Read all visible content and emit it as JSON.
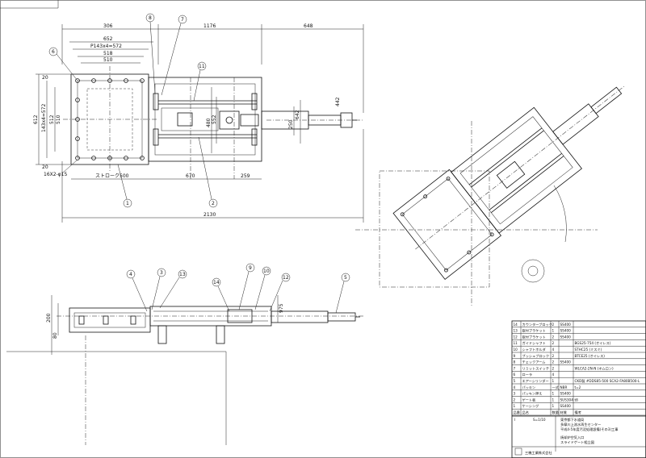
{
  "plan_view": {
    "dims_top": [
      "306",
      "1176",
      "648"
    ],
    "dims_mid": [
      "652",
      "518",
      "510"
    ],
    "dim_pitch": "P143x4=572",
    "dim_left": [
      "612",
      "143x4=572",
      "512",
      "510",
      "20",
      "20"
    ],
    "dims_bottom": [
      "670",
      "259"
    ],
    "stroke_label": "ストローク500",
    "hole_label": "16X2-φ15",
    "dim_total": "2130",
    "dims_right": [
      "642",
      "250",
      "480",
      "552",
      "442"
    ]
  },
  "side_view": {
    "dims": [
      "200",
      "80",
      "975"
    ]
  },
  "balloons_plan": [
    "6",
    "8",
    "7",
    "11",
    "1",
    "2"
  ],
  "balloons_side": [
    "4",
    "3",
    "13",
    "14",
    "9",
    "10",
    "12",
    "5"
  ],
  "parts_table": {
    "rows": [
      {
        "no": "14",
        "name": "カウンターブロック",
        "qty": "2",
        "mat": "SS400",
        "note": ""
      },
      {
        "no": "13",
        "name": "取付ブラケット",
        "qty": "1",
        "mat": "SS400",
        "note": ""
      },
      {
        "no": "12",
        "name": "取付ブラケット",
        "qty": "2",
        "mat": "SS400",
        "note": ""
      },
      {
        "no": "11",
        "name": "ガイドシャフト",
        "qty": "2",
        "mat": "",
        "note": "BGS25-754 (オイレス)"
      },
      {
        "no": "10",
        "name": "シャフトホルダ",
        "qty": "4",
        "mat": "",
        "note": "STHC25 (ミスミ)"
      },
      {
        "no": "9",
        "name": "ブッシュブロック",
        "qty": "2",
        "mat": "",
        "note": "BTCE25 (オイレス)"
      },
      {
        "no": "8",
        "name": "チェックアーム",
        "qty": "2",
        "mat": "SS400",
        "note": ""
      },
      {
        "no": "7",
        "name": "リミットスイッチ",
        "qty": "2",
        "mat": "",
        "note": "WLCA2-2N-N (オムロン)"
      },
      {
        "no": "6",
        "name": "ローラ",
        "qty": "4",
        "mat": "",
        "note": ""
      },
      {
        "no": "5",
        "name": "エアーシリンダー",
        "qty": "1",
        "mat": "",
        "note": "CKD製 #DDS85-500 SCA2-FA80B500-L"
      },
      {
        "no": "4",
        "name": "パッキン",
        "qty": "一式",
        "mat": "NBR",
        "note": "t=2"
      },
      {
        "no": "3",
        "name": "パッキン押え",
        "qty": "1",
        "mat": "SS400",
        "note": ""
      },
      {
        "no": "2",
        "name": "ゲート板",
        "qty": "1",
        "mat": "SUS304",
        "note": "t8"
      },
      {
        "no": "1",
        "name": "ケーシング",
        "qty": "1",
        "mat": "SS400",
        "note": ""
      },
      {
        "no": "品番",
        "name": "品名",
        "qty": "数量",
        "mat": "材質",
        "note": "備考"
      }
    ],
    "title_lines": [
      "東京都下水道局",
      "多摩川上流水再生センター",
      "平成4-5年度汚泥処理設備(その3)工事",
      "焼却炉空気入口",
      "スライドゲート組立図"
    ],
    "company": "三機工業株式会社",
    "revision": "I",
    "scale": "S=1/10"
  }
}
